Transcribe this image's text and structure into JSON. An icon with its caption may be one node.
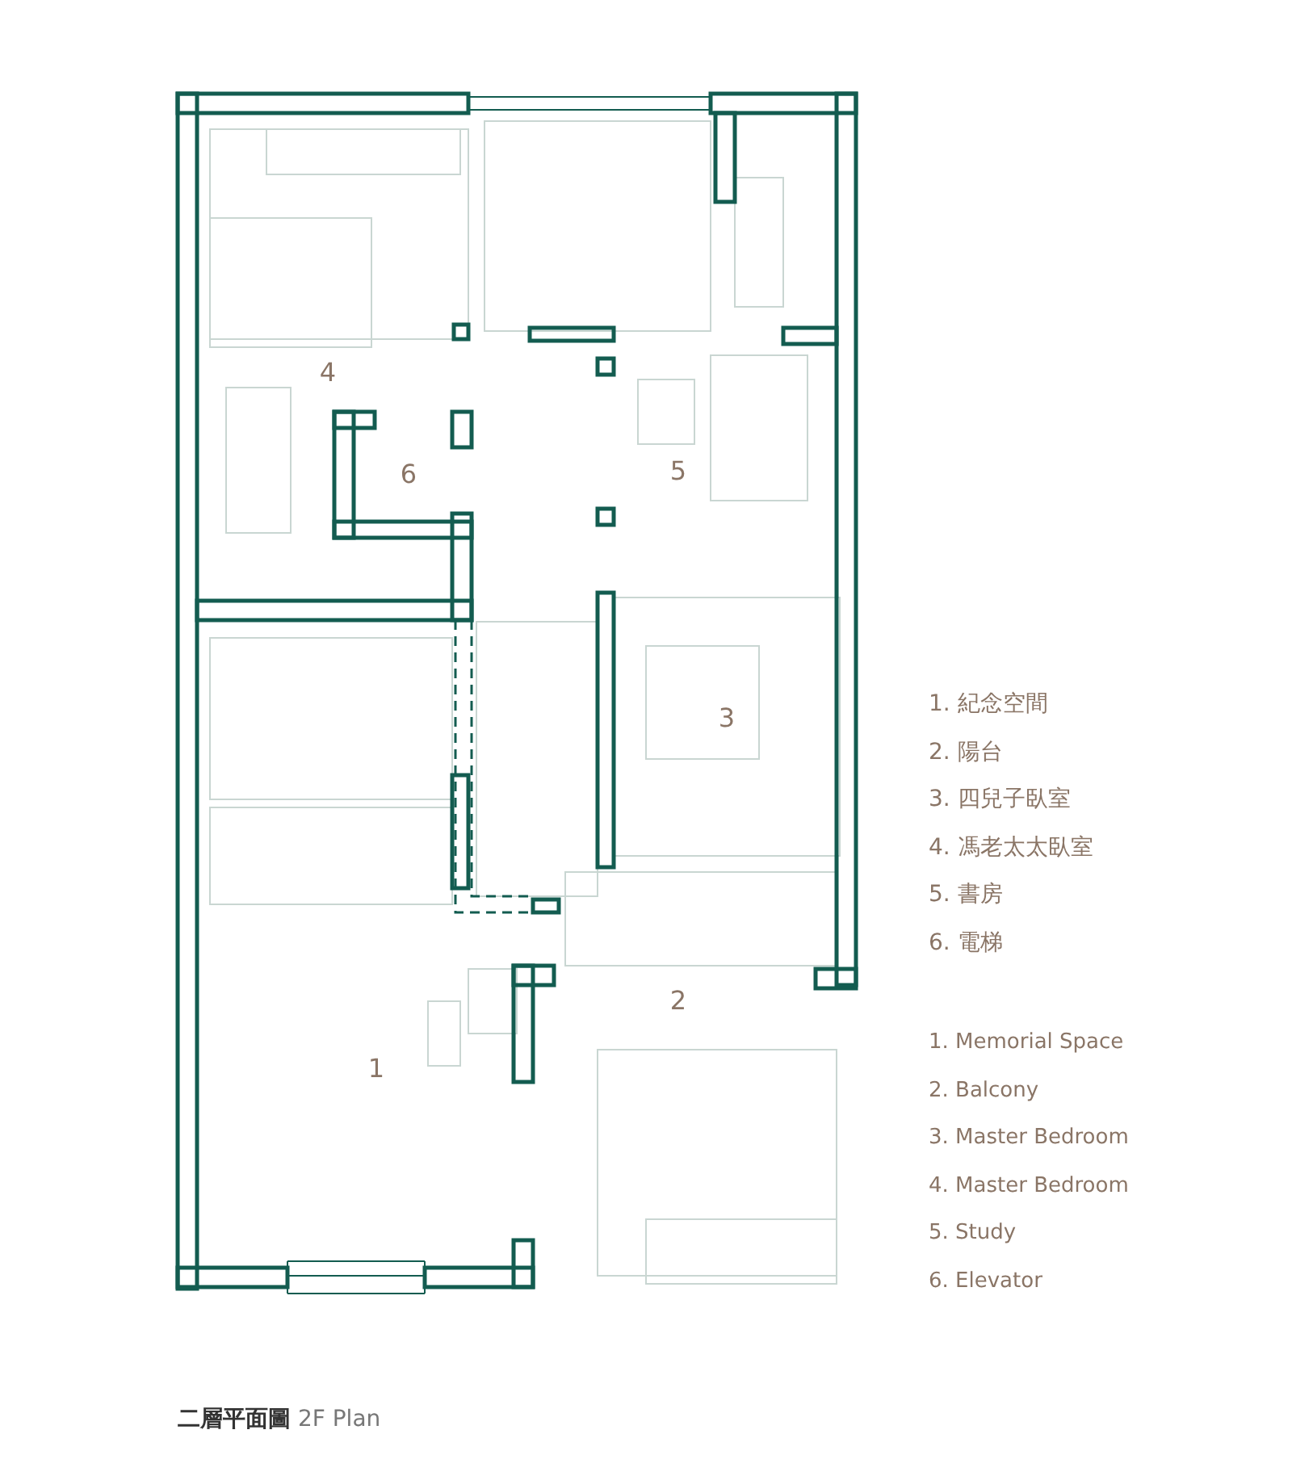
{
  "diagram": {
    "caption": "**二層平面圖** 2F Plan",
    "labels": [
      "4",
      "6",
      "5",
      "3",
      "2",
      "1",
      "1. 紀念空間",
      "2. 陽台",
      "3. 四兒子臥室",
      "4. 馮老太太臥室",
      "5. 書房",
      "6. 電梯",
      "1. Memorial Space",
      "2. Balcony",
      "3. Master Bedroom",
      "4. Master Bedroom",
      "5. Study",
      "6. Elevator"
    ]
  }
}
